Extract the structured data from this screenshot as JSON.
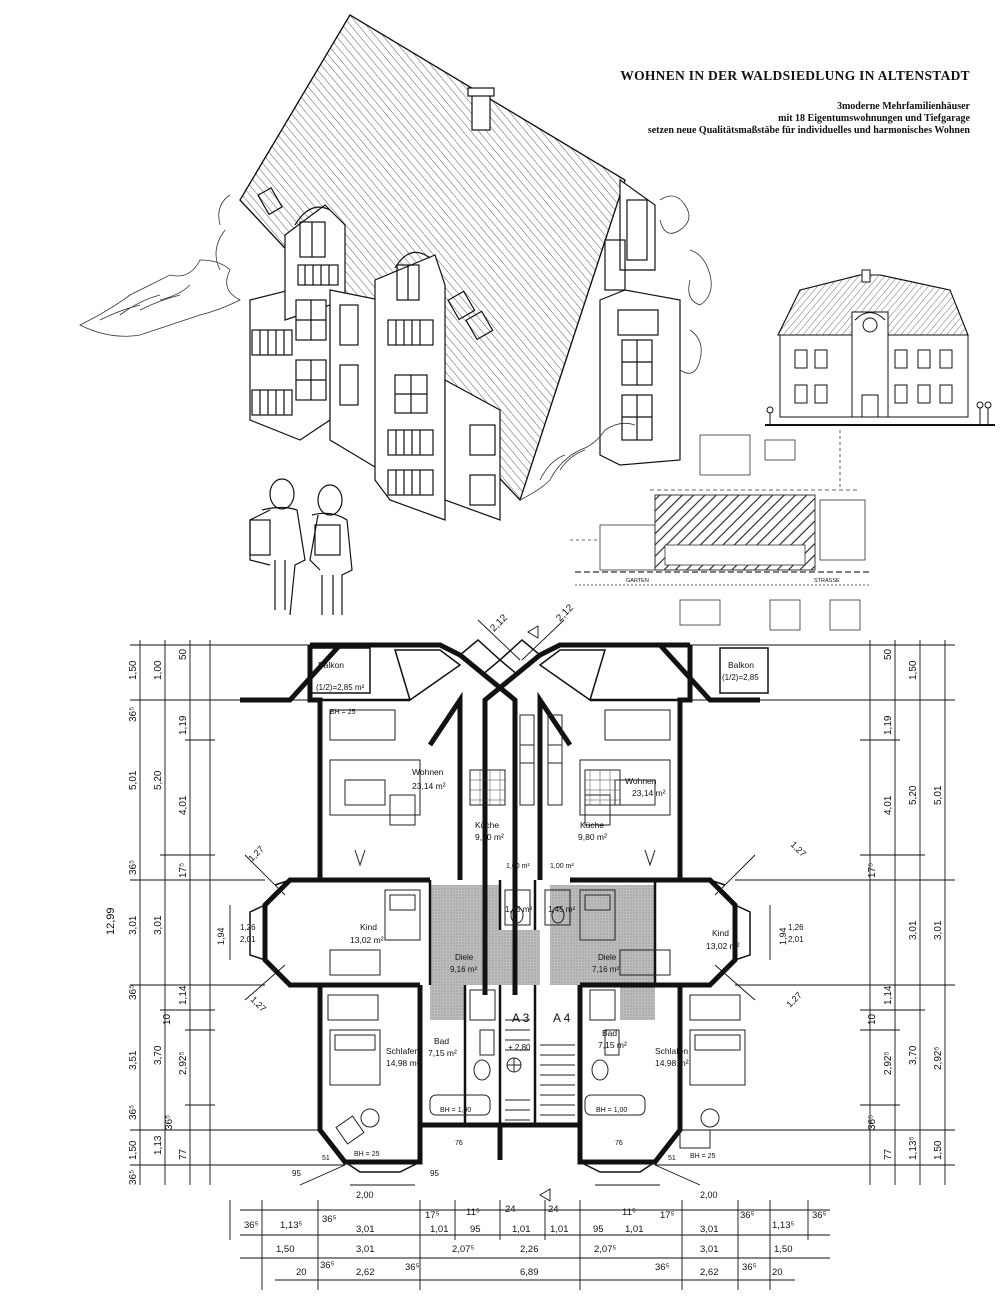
{
  "header": {
    "title": "WOHNEN IN DER WALDSIEDLUNG IN ALTENSTADT",
    "line1": "3moderne Mehrfamilienhäuser",
    "line2": "mit 18 Eigentumswohnungen und Tiefgarage",
    "line3": "setzen neue Qualitätsmaßstäbe für individuelles und harmonisches Wohnen"
  },
  "site_plan": {
    "labels": [
      "GARTEN",
      "STRASSE"
    ]
  },
  "floor_plan": {
    "rooms_left": [
      {
        "name": "Balkon",
        "area": "(1/2)=2,85 m²"
      },
      {
        "name": "Wohnen",
        "area": "23,14 m²"
      },
      {
        "name": "Küche",
        "area": "9,80 m²"
      },
      {
        "name": "Kind",
        "area": "13,02 m²"
      },
      {
        "name": "Diele",
        "area": "9,16 m²"
      },
      {
        "name": "Bad",
        "area": "7,15 m²"
      },
      {
        "name": "Schlafen",
        "area": "14,98 m²"
      }
    ],
    "rooms_right": [
      {
        "name": "Balkon",
        "area": "(1/2)=2,85"
      },
      {
        "name": "Wohnen",
        "area": "23,14 m²"
      },
      {
        "name": "Küche",
        "area": "9,80 m²"
      },
      {
        "name": "Kind",
        "area": "13,02 m²"
      },
      {
        "name": "Diele",
        "area": "7,16 m²"
      },
      {
        "name": "Bad",
        "area": "7,15 m²"
      },
      {
        "name": "Schlafen",
        "area": "14,98 m²"
      }
    ],
    "wc_left": "1,45 m²",
    "wc_right": "1,45 m²",
    "shaft_left": "1,00 m²",
    "shaft_right": "1,00 m²",
    "apartment_left": "A 3",
    "apartment_right": "A 4",
    "stair_height": "+ 2,80",
    "bh_labels": {
      "bh25": "BH = 25",
      "bath_left": "BH = 1,00",
      "bath_right": "BH = 1,00"
    },
    "top_dims": [
      "2,12",
      "2,12"
    ],
    "left_dims_outer": [
      "1,50",
      "5,01",
      "3,01",
      "3,51",
      "1,50"
    ],
    "left_dims_mid": [
      "1,00",
      "5,20",
      "3,01",
      "3,70",
      "1,13"
    ],
    "left_dims_inner": [
      "50",
      "1,19",
      "4,01",
      "17⁵",
      "1,14",
      "10",
      "2,92⁵",
      "36⁵",
      "77"
    ],
    "left_total": "12,99",
    "left_small": [
      "36⁵",
      "36⁵",
      "36⁵",
      "36⁵",
      "36⁵"
    ],
    "right_dims_outer": [
      "5,01",
      "3,01",
      "2,92⁵",
      "1,50"
    ],
    "right_dims_mid": [
      "1,50",
      "5,20",
      "3,01",
      "3,70",
      "1,13⁵"
    ],
    "right_dims_inner": [
      "50",
      "1,19",
      "4,01",
      "17⁵",
      "1,14",
      "10",
      "2,92⁵",
      "36⁵",
      "77"
    ],
    "side_dims": [
      "1,27",
      "1,94",
      "1,26",
      "2,01",
      "1,27"
    ],
    "bottom_row1": [
      "36⁵",
      "1,13⁵",
      "36⁵",
      "17⁵",
      "11⁵",
      "24",
      "24",
      "11⁵",
      "17⁵",
      "36⁵",
      "1,13⁵",
      "36⁵"
    ],
    "bottom_row2": [
      "3,01",
      "1,01",
      "95",
      "1,01",
      "1,01",
      "95",
      "1,01",
      "3,01"
    ],
    "bottom_row3": [
      "1,50",
      "3,01",
      "2,07⁵",
      "2,26",
      "2,07⁵",
      "3,01",
      "1,50"
    ],
    "bottom_row4": [
      "20",
      "36⁵",
      "2,62",
      "36⁵",
      "6,89",
      "36⁵",
      "2,62",
      "36⁵",
      "20"
    ],
    "bay_dims": [
      "2,00",
      "2,00"
    ],
    "small_dims": [
      "95",
      "95",
      "76",
      "76",
      "51",
      "51"
    ]
  }
}
